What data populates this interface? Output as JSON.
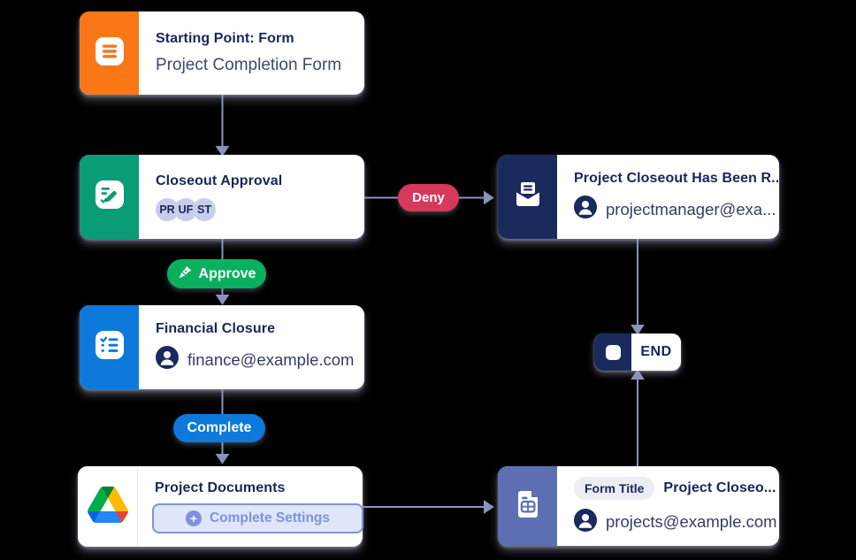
{
  "colors": {
    "background": "#000000",
    "connector": "#8A93BB",
    "navy": "#1B2A5D",
    "title_text": "#1B2559",
    "orange": "#F97716",
    "approval_green": "#0A9C74",
    "blue": "#0C79DB",
    "periwinkle": "#5C6FB2",
    "deny_red": "#D6395C",
    "approve_green": "#0BB05F",
    "avatar_chip_bg": "#C7CEEC",
    "settings_accent": "#7E92DE",
    "settings_bg": "#DFE6FA",
    "badge_bg": "#ECECF4"
  },
  "nodes": {
    "start_form": {
      "title": "Starting Point: Form",
      "form_name": "Project Completion Form",
      "icon": "form-lines-icon"
    },
    "closeout_approval": {
      "title": "Closeout Approval",
      "approvers": [
        "PR",
        "UF",
        "ST"
      ],
      "icon": "approval-pen-icon"
    },
    "denial_email": {
      "title": "Project Closeout Has Been R...",
      "recipient": "projectmanager@exa...",
      "icon": "email-icon"
    },
    "financial_closure": {
      "title": "Financial Closure",
      "assignee": "finance@example.com",
      "icon": "checklist-icon"
    },
    "project_documents": {
      "title": "Project Documents",
      "settings_button": "Complete Settings",
      "icon": "google-drive-icon"
    },
    "closeout_form": {
      "badge": "Form Title",
      "title": "Project Closeo...",
      "assignee": "projects@example.com",
      "icon": "form-document-icon"
    },
    "end": {
      "label": "END"
    }
  },
  "branches": {
    "deny": "Deny",
    "approve": "Approve",
    "complete": "Complete"
  }
}
